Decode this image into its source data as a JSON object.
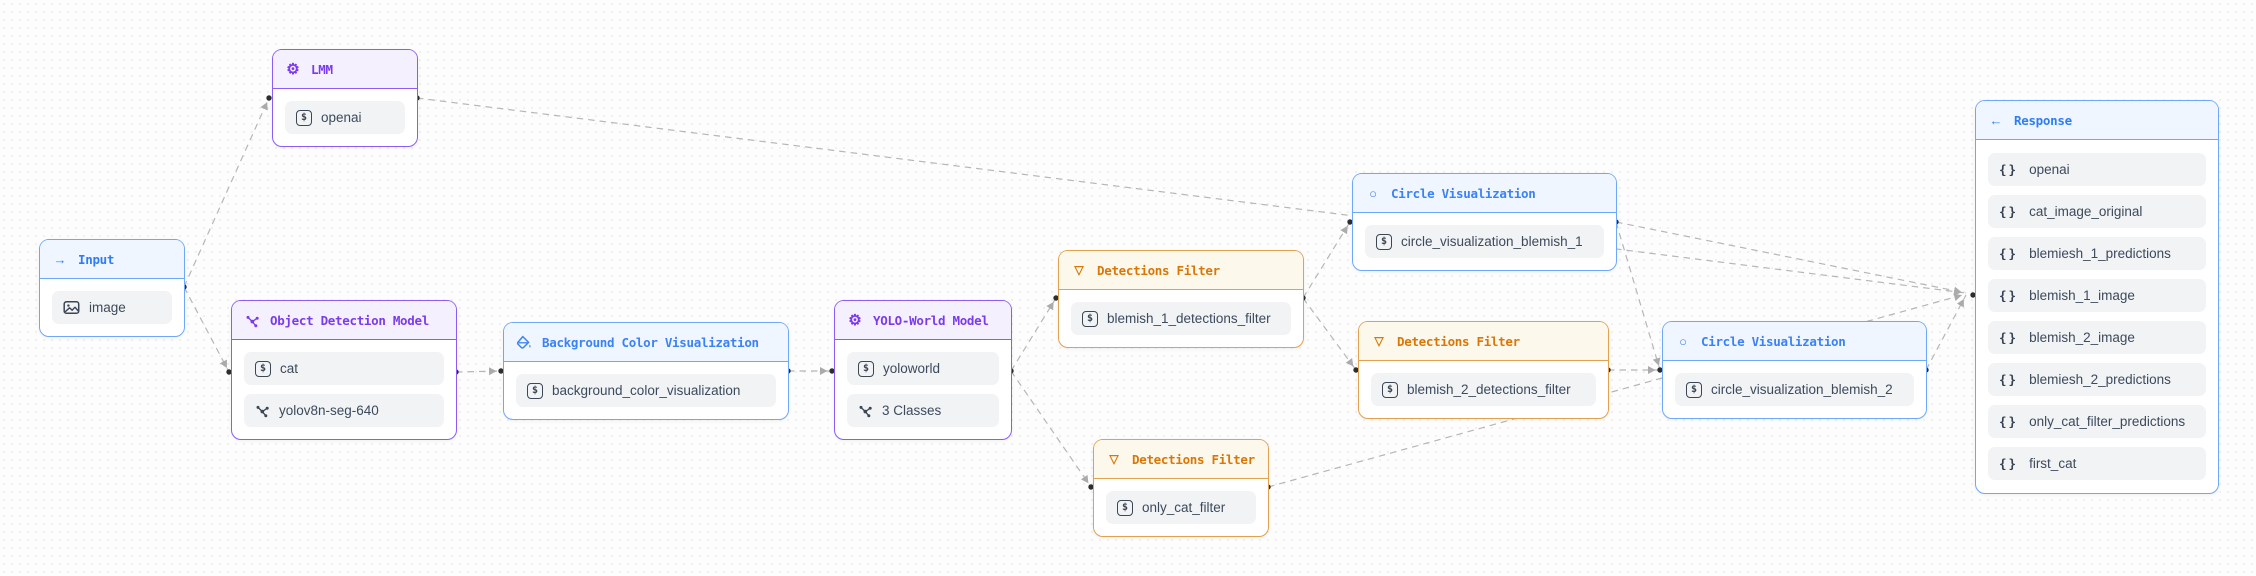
{
  "canvas": {
    "background": "#fdfdfd",
    "grid_dot_color": "#ececec",
    "edge_color": "#b6b6b6",
    "port_color": "#2e2e2e"
  },
  "palette": {
    "purple": {
      "border": "#8b5cf6",
      "header_bg": "#f5f0fd",
      "title": "#7c3aed"
    },
    "blue": {
      "border": "#6ea8f8",
      "header_bg": "#eff6ff",
      "title": "#3b82f6"
    },
    "orange": {
      "border": "#e2a14f",
      "header_bg": "#fdf8ec",
      "title": "#d97706"
    }
  },
  "icon_glyphs": {
    "arrow-right": "→",
    "arrow-left": "←",
    "gear": "⚙",
    "funnel": "▽",
    "circle": "○",
    "braces": "{}",
    "string": "$"
  },
  "nodes": {
    "input": {
      "title": "Input",
      "icon": "arrow-right-icon",
      "color": "blue",
      "pills": [
        {
          "icon": "image-icon",
          "label": "image"
        }
      ]
    },
    "lmm": {
      "title": "LMM",
      "icon": "gear-icon",
      "color": "purple",
      "pills": [
        {
          "icon": "string-icon",
          "label": "openai"
        }
      ]
    },
    "object_detection_model": {
      "title": "Object Detection Model",
      "icon": "model-icon",
      "color": "purple",
      "pills": [
        {
          "icon": "string-icon",
          "label": "cat"
        },
        {
          "icon": "model-icon",
          "label": "yolov8n-seg-640"
        }
      ]
    },
    "background_color_visualization": {
      "title": "Background Color Visualization",
      "icon": "paint-bucket-icon",
      "color": "blue",
      "pills": [
        {
          "icon": "string-icon",
          "label": "background_color_visualization"
        }
      ]
    },
    "yolo_world_model": {
      "title": "YOLO-World Model",
      "icon": "gear-icon",
      "color": "purple",
      "pills": [
        {
          "icon": "string-icon",
          "label": "yoloworld"
        },
        {
          "icon": "model-icon",
          "label": "3 Classes"
        }
      ]
    },
    "detections_filter_blemish_1": {
      "title": "Detections Filter",
      "icon": "funnel-icon",
      "color": "orange",
      "pills": [
        {
          "icon": "string-icon",
          "label": "blemish_1_detections_filter"
        }
      ]
    },
    "circle_visualization_blemish_1": {
      "title": "Circle Visualization",
      "icon": "circle-icon",
      "color": "blue",
      "pills": [
        {
          "icon": "string-icon",
          "label": "circle_visualization_blemish_1"
        }
      ]
    },
    "detections_filter_blemish_2": {
      "title": "Detections Filter",
      "icon": "funnel-icon",
      "color": "orange",
      "pills": [
        {
          "icon": "string-icon",
          "label": "blemish_2_detections_filter"
        }
      ]
    },
    "circle_visualization_blemish_2": {
      "title": "Circle Visualization",
      "icon": "circle-icon",
      "color": "blue",
      "pills": [
        {
          "icon": "string-icon",
          "label": "circle_visualization_blemish_2"
        }
      ]
    },
    "detections_filter_only_cat": {
      "title": "Detections Filter",
      "icon": "funnel-icon",
      "color": "orange",
      "pills": [
        {
          "icon": "string-icon",
          "label": "only_cat_filter"
        }
      ]
    },
    "response": {
      "title": "Response",
      "icon": "arrow-left-icon",
      "color": "blue",
      "pills": [
        {
          "icon": "braces-icon",
          "label": "openai"
        },
        {
          "icon": "braces-icon",
          "label": "cat_image_original"
        },
        {
          "icon": "braces-icon",
          "label": "blemiesh_1_predictions"
        },
        {
          "icon": "braces-icon",
          "label": "blemish_1_image"
        },
        {
          "icon": "braces-icon",
          "label": "blemish_2_image"
        },
        {
          "icon": "braces-icon",
          "label": "blemiesh_2_predictions"
        },
        {
          "icon": "braces-icon",
          "label": "only_cat_filter_predictions"
        },
        {
          "icon": "braces-icon",
          "label": "first_cat"
        }
      ]
    }
  },
  "edges": [
    {
      "from": "input",
      "to": "lmm"
    },
    {
      "from": "input",
      "to": "object_detection_model"
    },
    {
      "from": "lmm",
      "to": "response"
    },
    {
      "from": "object_detection_model",
      "to": "background_color_visualization"
    },
    {
      "from": "background_color_visualization",
      "to": "yolo_world_model"
    },
    {
      "from": "yolo_world_model",
      "to": "detections_filter_blemish_1"
    },
    {
      "from": "yolo_world_model",
      "to": "detections_filter_only_cat"
    },
    {
      "from": "detections_filter_blemish_1",
      "to": "circle_visualization_blemish_1"
    },
    {
      "from": "detections_filter_blemish_1",
      "to": "detections_filter_blemish_2"
    },
    {
      "from": "detections_filter_blemish_2",
      "to": "circle_visualization_blemish_2"
    },
    {
      "from": "circle_visualization_blemish_1",
      "to": "circle_visualization_blemish_2"
    },
    {
      "from": "circle_visualization_blemish_1",
      "to": "response"
    },
    {
      "from": "circle_visualization_blemish_2",
      "to": "response"
    },
    {
      "from": "detections_filter_only_cat",
      "to": "response"
    }
  ]
}
